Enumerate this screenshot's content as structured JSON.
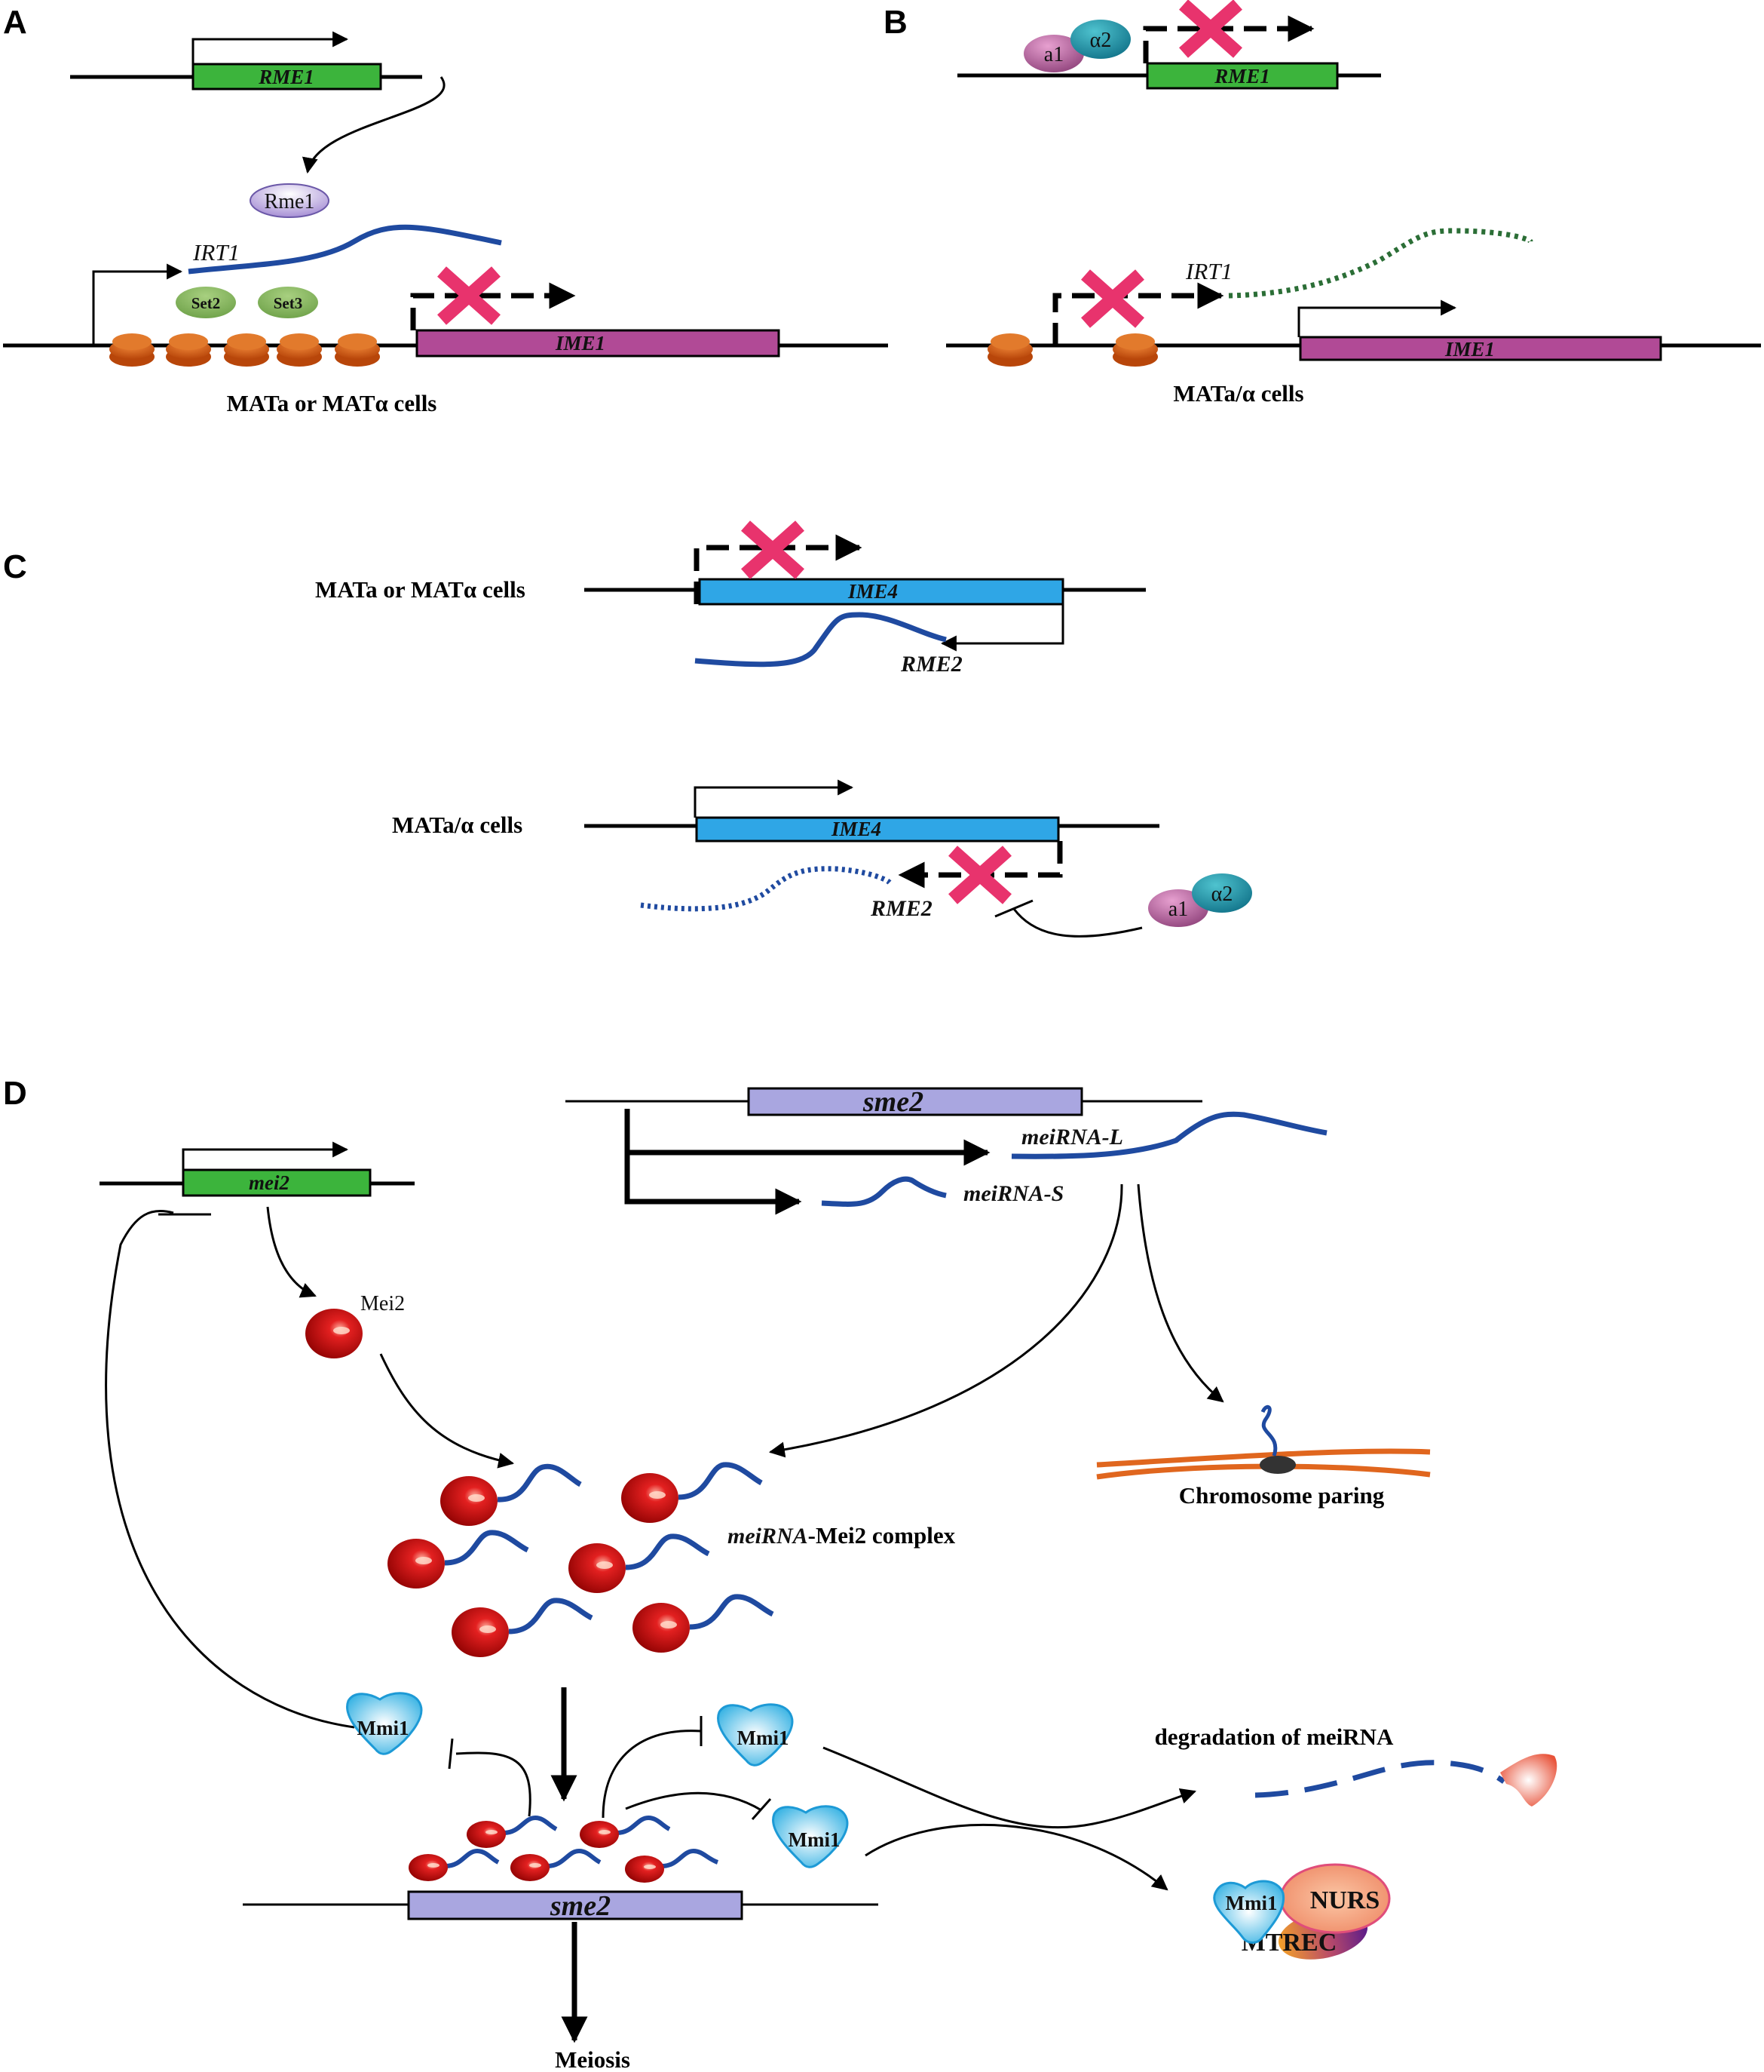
{
  "panels": {
    "a": "A",
    "b": "B",
    "c": "C",
    "d": "D"
  },
  "panel_a": {
    "gene_rme1": "RME1",
    "protein_rme1": "Rme1",
    "irt1": "IRT1",
    "set2": "Set2",
    "set3": "Set3",
    "gene_ime1": "IME1",
    "caption": "MATa or MATα cells"
  },
  "panel_b": {
    "a1": "a1",
    "alpha2": "α2",
    "gene_rme1": "RME1",
    "irt1": "IRT1",
    "gene_ime1": "IME1",
    "caption": "MATa/α cells"
  },
  "panel_c": {
    "label_haploid": "MATa or MATα cells",
    "gene_ime4_top": "IME4",
    "rme2_top": "RME2",
    "label_diploid": "MATa/α cells",
    "gene_ime4_bottom": "IME4",
    "rme2_bottom": "RME2",
    "a1": "a1",
    "alpha2": "α2"
  },
  "panel_d": {
    "gene_sme2_top": "sme2",
    "meirna_l": "meiRNA-L",
    "meirna_s": "meiRNA-S",
    "gene_mei2": "mei2",
    "protein_mei2": "Mei2",
    "complex_italic": "meiRNA",
    "complex_rest": "-Mei2 complex",
    "chromosome": "Chromosome paring",
    "mmi1": "Mmi1",
    "degradation": "degradation of meiRNA",
    "gene_sme2_bottom": "sme2",
    "meiosis": "Meiosis",
    "nurs": "NURS",
    "mtrec": "MTREC"
  },
  "colors": {
    "green_gene": "#3cb43c",
    "magenta_gene": "#b14a96",
    "blue_gene": "#2fa6e6",
    "lavender_gene": "#a9a6e0",
    "rna_blue": "#1f4aa0",
    "nucleosome": "#d85a12",
    "pink_x": "#e8336d",
    "chromosome": "#e0661e",
    "mei2_red": "#c40f0f"
  }
}
